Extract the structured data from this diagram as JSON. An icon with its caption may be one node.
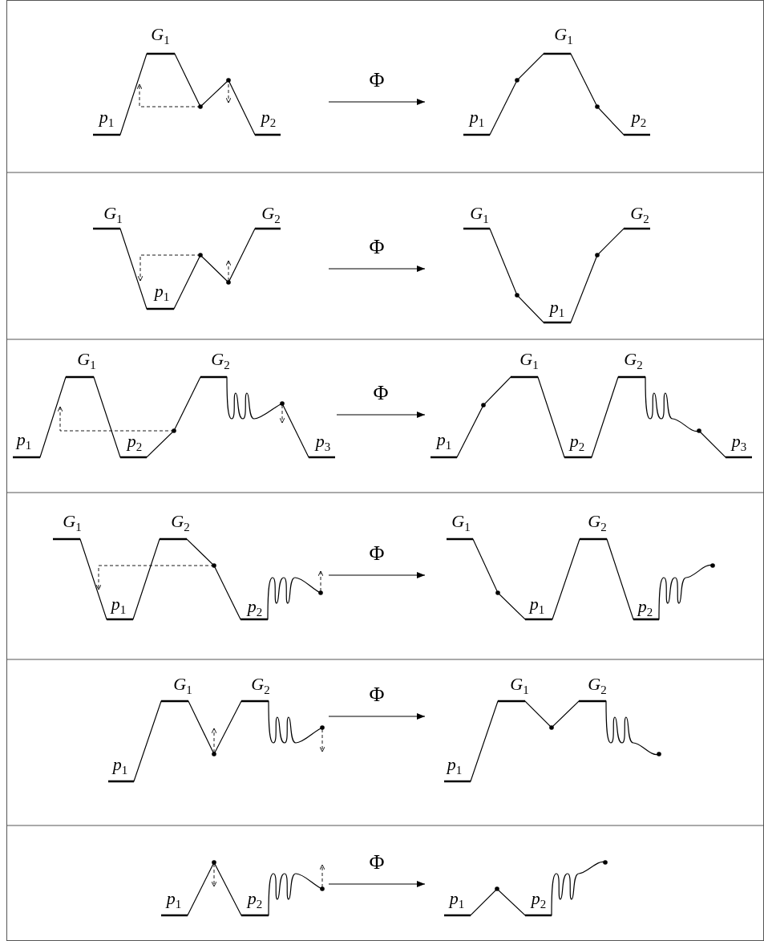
{
  "diagram": {
    "nodes": [
      {
        "text": [
          "*G*$_{1}$",
          "*p*$_{1}$",
          "*p*$_{2}$"
        ]
      },
      {
        "text": [
          "*G*$_{1}$",
          "*p*$_{1}$",
          "*p*$_{2}$"
        ]
      },
      {
        "text": [
          "*G*$_{1}$",
          "*G*$_{2}$",
          "*p*$_{1}$"
        ]
      },
      {
        "text": [
          "*G*$_{1}$",
          "*G*$_{2}$",
          "*p*$_{1}$"
        ]
      },
      {
        "text": [
          "*G*$_{1}$",
          "*G*$_{2}$",
          "*p*$_{1}$",
          "*p*$_{2}$",
          "*p*$_{3}$"
        ]
      },
      {
        "text": [
          "*G*$_{1}$",
          "*G*$_{2}$",
          "*p*$_{1}$",
          "*p*$_{2}$",
          "*p*$_{3}$"
        ]
      },
      {
        "text": [
          "*G*$_{1}$",
          "*G*$_{2}$",
          "*p*$_{1}$",
          "*p*$_{2}$"
        ]
      },
      {
        "text": [
          "*G*$_{1}$",
          "*G*$_{2}$",
          "*p*$_{1}$",
          "*p*$_{2}$"
        ]
      },
      {
        "text": [
          "*G*$_{1}$",
          "*G*$_{2}$",
          "*p*$_{1}$"
        ]
      },
      {
        "text": [
          "*G*$_{1}$",
          "*G*$_{2}$",
          "*p*$_{1}$"
        ]
      },
      {
        "text": [
          "*p*$_{1}$",
          "*p*$_{2}$"
        ]
      },
      {
        "text": [
          "*p*$_{1}$",
          "*p*$_{2}$"
        ]
      }
    ],
    "edges": [
      {
        "from": 0,
        "to": 1,
        "arrow": "to",
        "label": "Φ"
      },
      {
        "from": 2,
        "to": 3,
        "arrow": "to",
        "label": "Φ"
      },
      {
        "from": 4,
        "to": 5,
        "arrow": "to",
        "label": "Φ"
      },
      {
        "from": 6,
        "to": 7,
        "arrow": "to",
        "label": "Φ"
      },
      {
        "from": 8,
        "to": 9,
        "arrow": "to",
        "label": "Φ"
      },
      {
        "from": 10,
        "to": 11,
        "arrow": "to",
        "label": "Φ"
      }
    ]
  }
}
